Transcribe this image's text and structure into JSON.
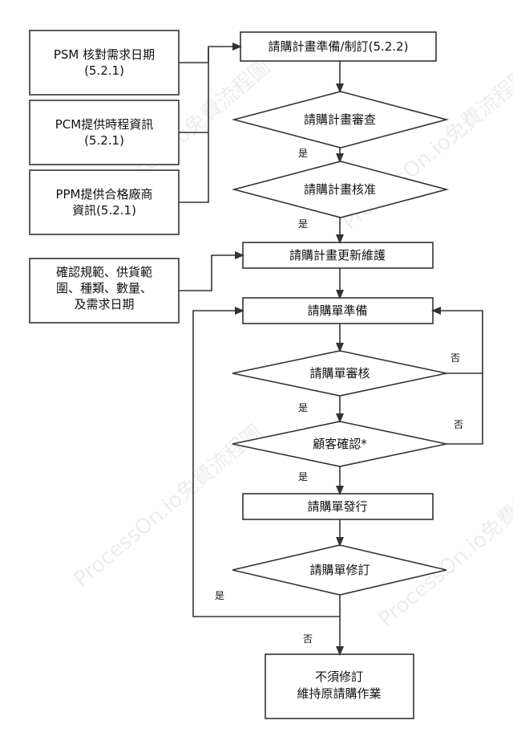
{
  "watermark": "ProcessOn.io免費流程圖",
  "side_boxes": [
    {
      "lines": [
        "PSM 核對需求日期",
        "(5.2.1)"
      ]
    },
    {
      "lines": [
        "PCM提供時程資訊",
        "(5.2.1)"
      ]
    },
    {
      "lines": [
        "PPM提供合格廠商",
        "資訊(5.2.1)"
      ]
    },
    {
      "lines": [
        "確認規範、供貨範",
        "圍、種類、數量、",
        "及需求日期"
      ]
    }
  ],
  "nodes": {
    "plan_prepare": "請購計畫準備/制訂(5.2.2)",
    "plan_review": "請購計畫審查",
    "plan_approve": "請購計畫核准",
    "plan_update": "請購計畫更新維護",
    "req_prepare": "請購單準備",
    "req_review": "請購單審核",
    "cust_confirm": "顧客確認*",
    "req_issue": "請購單發行",
    "req_revise": "請購單修訂",
    "end_lines": [
      "不須修訂",
      "維持原請購作業"
    ]
  },
  "edge_labels": {
    "yes": "是",
    "no": "否"
  }
}
